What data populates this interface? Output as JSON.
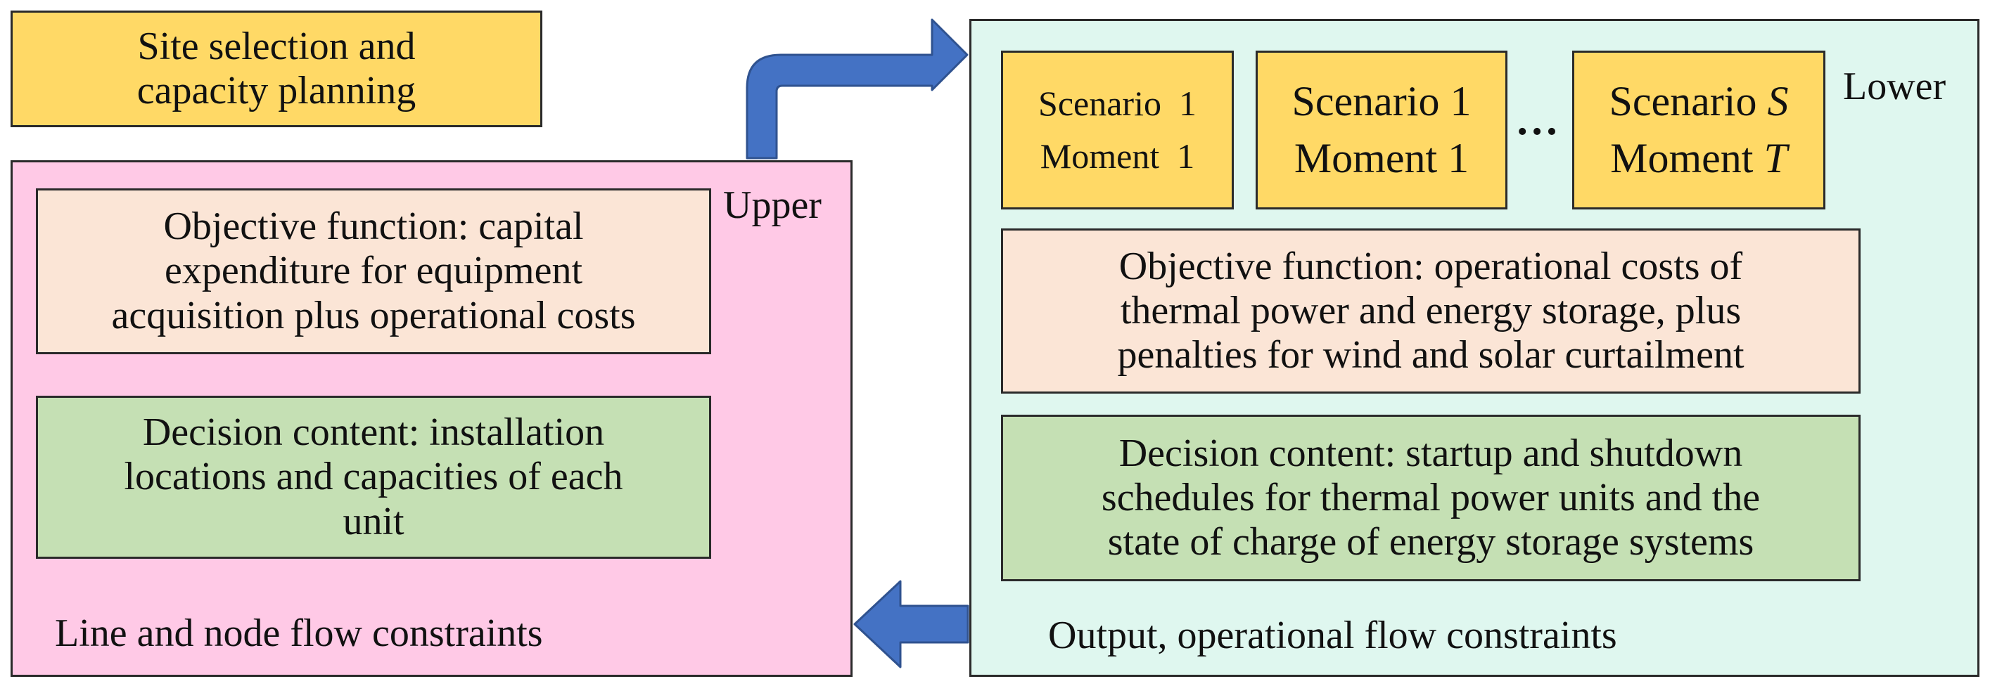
{
  "site_box": {
    "lines": [
      "Site selection and",
      "capacity planning"
    ]
  },
  "upper": {
    "label": "Upper",
    "objective_lines": [
      "Objective function: capital",
      "expenditure for equipment",
      "acquisition plus operational costs"
    ],
    "decision_lines": [
      "Decision content: installation",
      "locations and capacities of each",
      "unit"
    ],
    "constraints": "Line and node flow constraints"
  },
  "lower": {
    "label": "Lower",
    "scenarios": [
      {
        "scenario_text": "Scenario",
        "scenario_var": "1",
        "moment_text": "Moment",
        "moment_var": "1"
      },
      {
        "scenario_text": "Scenario",
        "scenario_var": "1",
        "moment_text": "Moment",
        "moment_var": "1"
      },
      {
        "scenario_text": "Scenario",
        "scenario_var": "S",
        "moment_text": "Moment",
        "moment_var": "T"
      }
    ],
    "ellipsis": "…",
    "objective_lines": [
      "Objective function: operational costs of",
      "thermal power and energy storage, plus",
      "penalties for wind and solar curtailment"
    ],
    "decision_lines": [
      "Decision content: startup and shutdown",
      "schedules for thermal power units and the",
      "state of charge of energy storage systems"
    ],
    "output": "Output, operational flow constraints"
  },
  "colors": {
    "yellow": "#ffd966",
    "pink_panel": "#ffc9e6",
    "peach": "#fbe5d6",
    "green": "#c5e0b4",
    "mint_panel": "#dff7ef",
    "arrow_blue": "#4472c4"
  }
}
